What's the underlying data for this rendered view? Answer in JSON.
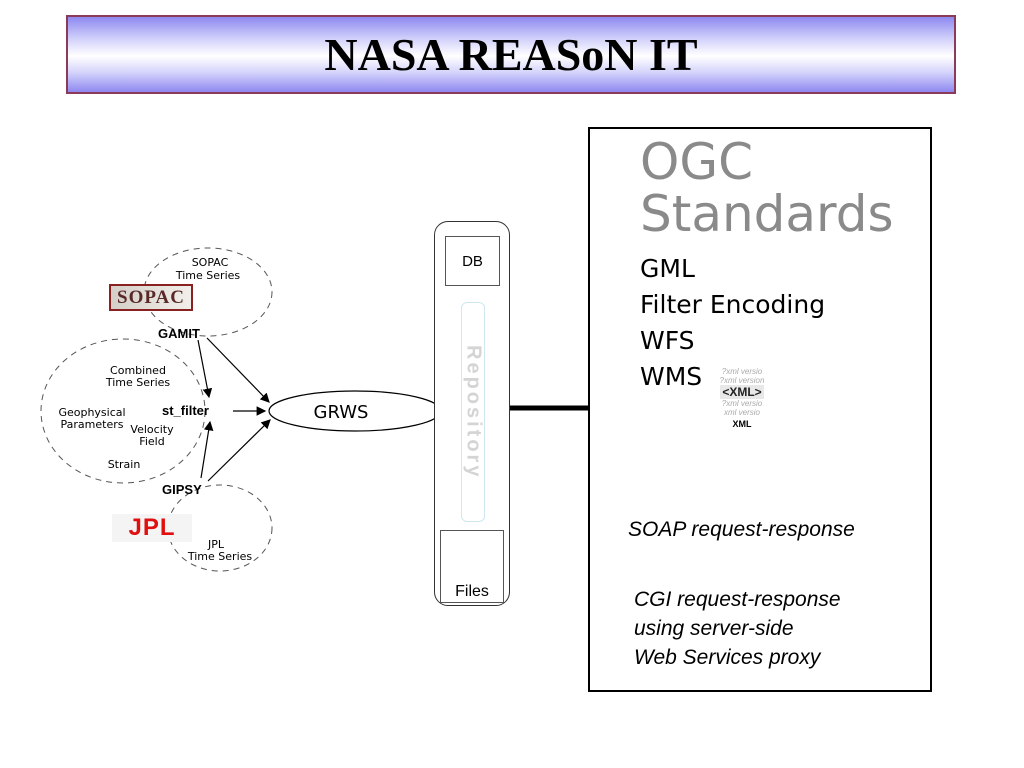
{
  "title": "NASA REASoN IT",
  "logos": {
    "sopac": "SOPAC",
    "jpl": "JPL"
  },
  "sources": [
    {
      "name": "GAMIT",
      "cluster_labels": [
        "SOPAC",
        "Time Series"
      ]
    },
    {
      "name": "st_filter",
      "cluster_labels": [
        "Combined",
        "Time Series",
        "Geophysical",
        "Parameters",
        "Velocity",
        "Field",
        "Strain"
      ]
    },
    {
      "name": "GIPSY",
      "cluster_labels": [
        "JPL",
        "Time Series"
      ]
    }
  ],
  "hub": "GRWS",
  "repository": {
    "db": "DB",
    "label": "Repository",
    "files": "Files",
    "node": "r"
  },
  "ogc": {
    "title_line1": "OGC",
    "title_line2": "Standards",
    "standards": [
      "GML",
      "Filter Encoding",
      "WFS",
      "WMS"
    ],
    "xml_logo": {
      "ghost_lines": [
        "?xml versio",
        "?xml version"
      ],
      "tag": "<XML>",
      "ghost_lines_after": [
        "?xml versio",
        "xml versio"
      ],
      "caption": "XML"
    },
    "protocols": {
      "soap": "SOAP request-response",
      "cgi": [
        "CGI request-response",
        "using server-side",
        "Web Services proxy"
      ]
    }
  }
}
